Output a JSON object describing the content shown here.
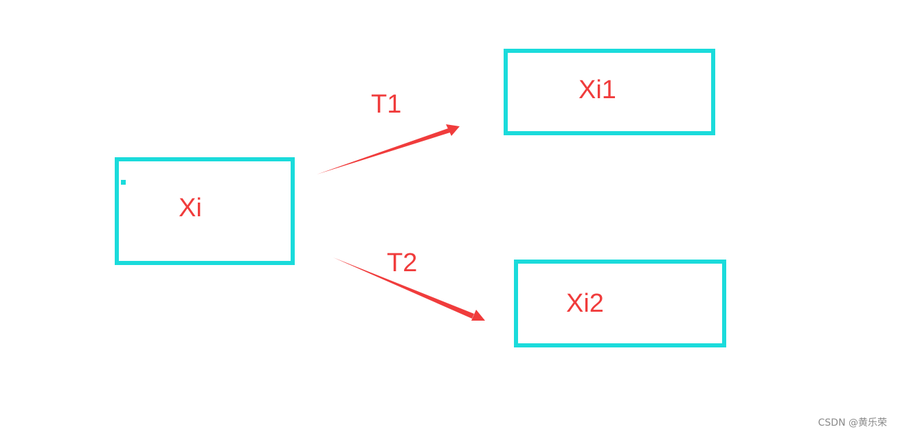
{
  "nodes": {
    "xi": {
      "label": "Xi"
    },
    "xi1": {
      "label": "Xi1"
    },
    "xi2": {
      "label": "Xi2"
    }
  },
  "edges": {
    "t1": {
      "label": "T1"
    },
    "t2": {
      "label": "T2"
    }
  },
  "colors": {
    "box_border": "#1adbdb",
    "text": "#f03c3c",
    "arrow": "#f03c3c"
  },
  "watermark": "CSDN @黄乐荣"
}
